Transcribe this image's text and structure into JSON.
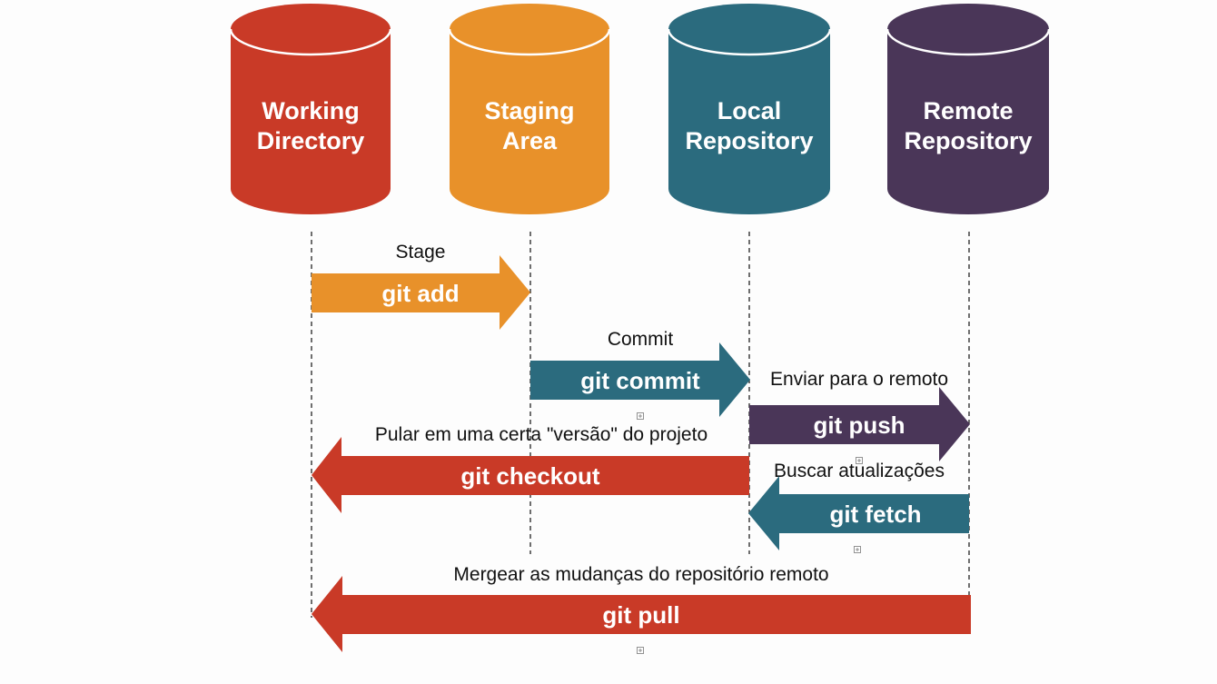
{
  "stores": [
    {
      "id": "working",
      "line1": "Working",
      "line2": "Directory",
      "color": "#c93a27"
    },
    {
      "id": "staging",
      "line1": "Staging",
      "line2": "Area",
      "color": "#e8912a"
    },
    {
      "id": "local",
      "line1": "Local",
      "line2": "Repository",
      "color": "#2b6b7e"
    },
    {
      "id": "remote",
      "line1": "Remote",
      "line2": "Repository",
      "color": "#4a3658"
    }
  ],
  "operations": [
    {
      "id": "add",
      "caption": "Stage",
      "command": "git add",
      "color": "#e8912a",
      "direction": "right",
      "from": "working",
      "to": "staging"
    },
    {
      "id": "commit",
      "caption": "Commit",
      "command": "git commit",
      "color": "#2b6b7e",
      "direction": "right",
      "from": "staging",
      "to": "local"
    },
    {
      "id": "push",
      "caption": "Enviar para o remoto",
      "command": "git push",
      "color": "#4a3658",
      "direction": "right",
      "from": "local",
      "to": "remote"
    },
    {
      "id": "checkout",
      "caption": "Pular em uma certa \"versão\" do projeto",
      "command": "git checkout",
      "color": "#c93a27",
      "direction": "left",
      "from": "local",
      "to": "working"
    },
    {
      "id": "fetch",
      "caption": "Buscar atualizações",
      "command": "git fetch",
      "color": "#2b6b7e",
      "direction": "left",
      "from": "remote",
      "to": "local"
    },
    {
      "id": "pull",
      "caption": "Mergear as mudanças do repositório remoto",
      "command": "git pull",
      "color": "#c93a27",
      "direction": "left",
      "from": "remote",
      "to": "working"
    }
  ]
}
